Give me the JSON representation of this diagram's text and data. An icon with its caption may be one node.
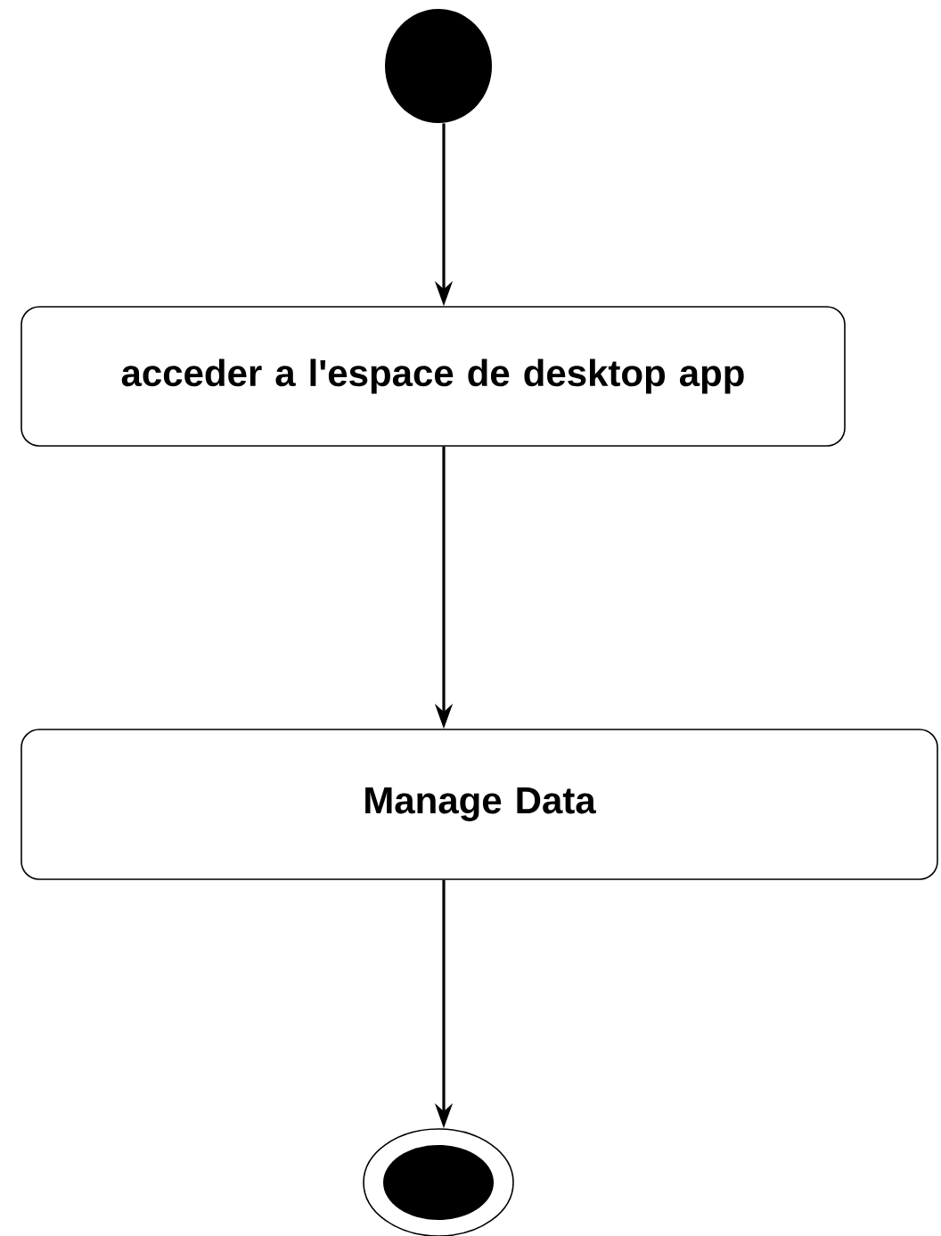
{
  "diagram": {
    "nodes": [
      {
        "text": [],
        "shape": "circle"
      },
      {
        "text": [
          "acceder a l'espace de desktop app"
        ]
      },
      {
        "text": [
          "Manage Data"
        ]
      },
      {
        "text": [],
        "shape": "circle"
      }
    ],
    "edges": [
      {
        "from": 0,
        "to": 1,
        "arrow": "to"
      },
      {
        "from": 1,
        "to": 2,
        "arrow": "to"
      },
      {
        "from": 2,
        "to": 3,
        "arrow": "to"
      }
    ]
  }
}
